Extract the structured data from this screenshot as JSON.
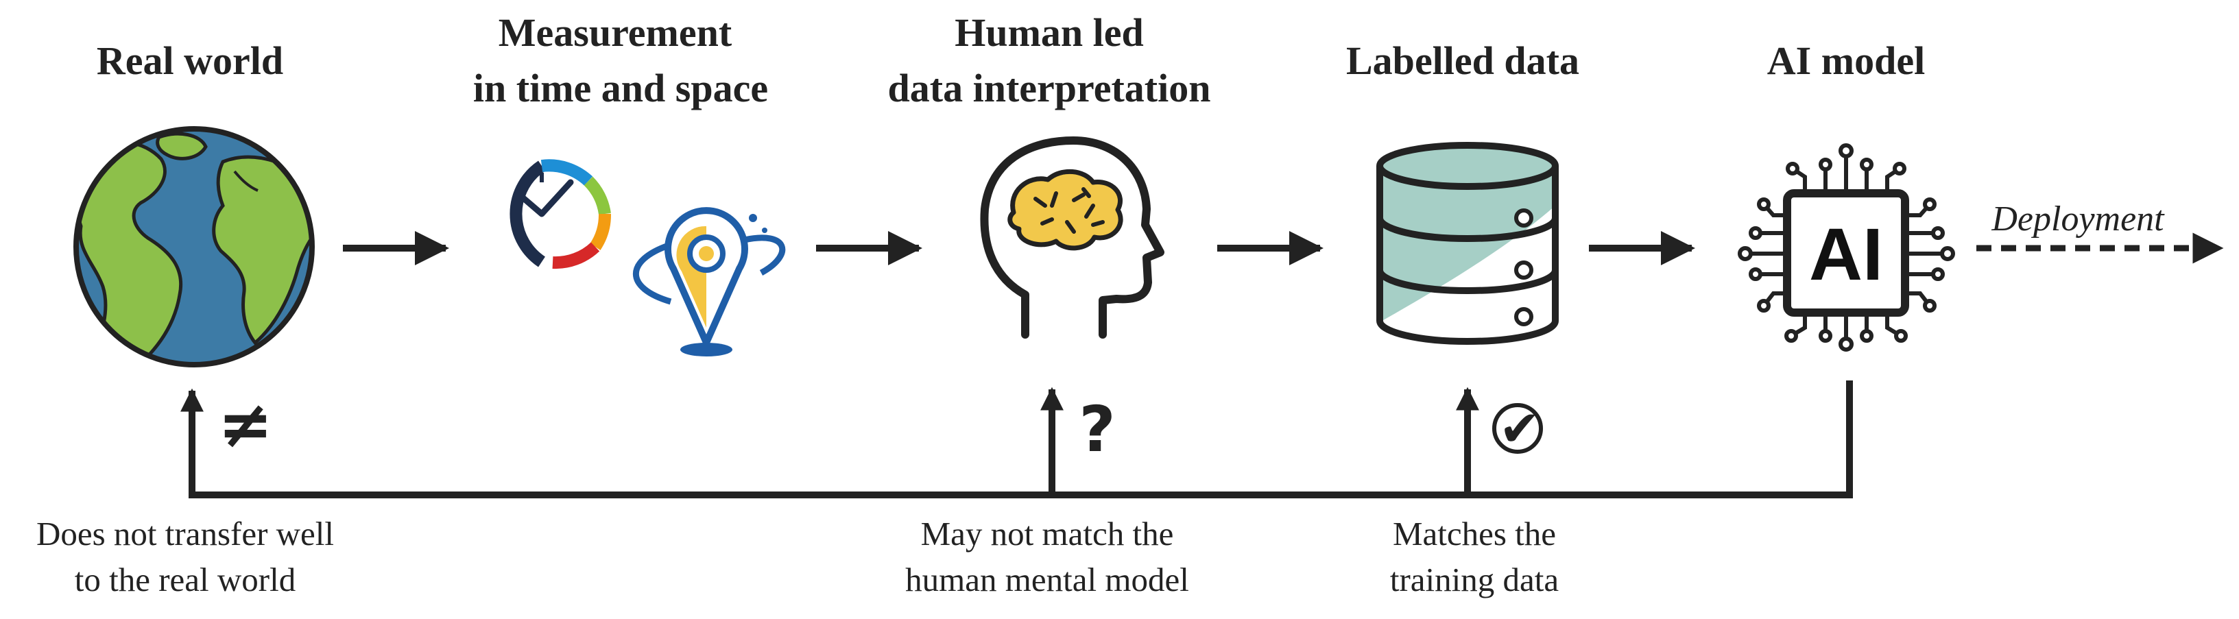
{
  "stages": [
    {
      "title_lines": [
        "Real world"
      ],
      "icon": "globe-icon"
    },
    {
      "title_lines": [
        "Measurement",
        "in time and space"
      ],
      "icon": "clock-and-location-pin-icon"
    },
    {
      "title_lines": [
        "Human led",
        "data interpretation"
      ],
      "icon": "human-head-brain-icon"
    },
    {
      "title_lines": [
        "Labelled data"
      ],
      "icon": "database-icon"
    },
    {
      "title_lines": [
        "AI model"
      ],
      "icon": "ai-chip-icon",
      "chip_label": "AI"
    }
  ],
  "deployment_label": "Deployment",
  "feedback": {
    "real_world": {
      "symbol": "≠",
      "caption_lines": [
        "Does not transfer well",
        "to the real world"
      ]
    },
    "interpretation": {
      "symbol": "?",
      "caption_lines": [
        "May not match the",
        "human mental model"
      ]
    },
    "labelled_data": {
      "symbol": "✔",
      "caption_lines": [
        "Matches the",
        "training data"
      ]
    }
  },
  "colors": {
    "ink": "#222222",
    "ocean": "#3d7ba6",
    "land": "#8dc04a",
    "brain": "#f2c84b",
    "database_fill": "#a6cfc6",
    "clock_blue": "#1e8fd6",
    "clock_green": "#8cc63f",
    "clock_orange": "#f39c12",
    "clock_red": "#d62828",
    "pin_blue": "#1f5ea8",
    "pin_yellow": "#f4c542"
  }
}
